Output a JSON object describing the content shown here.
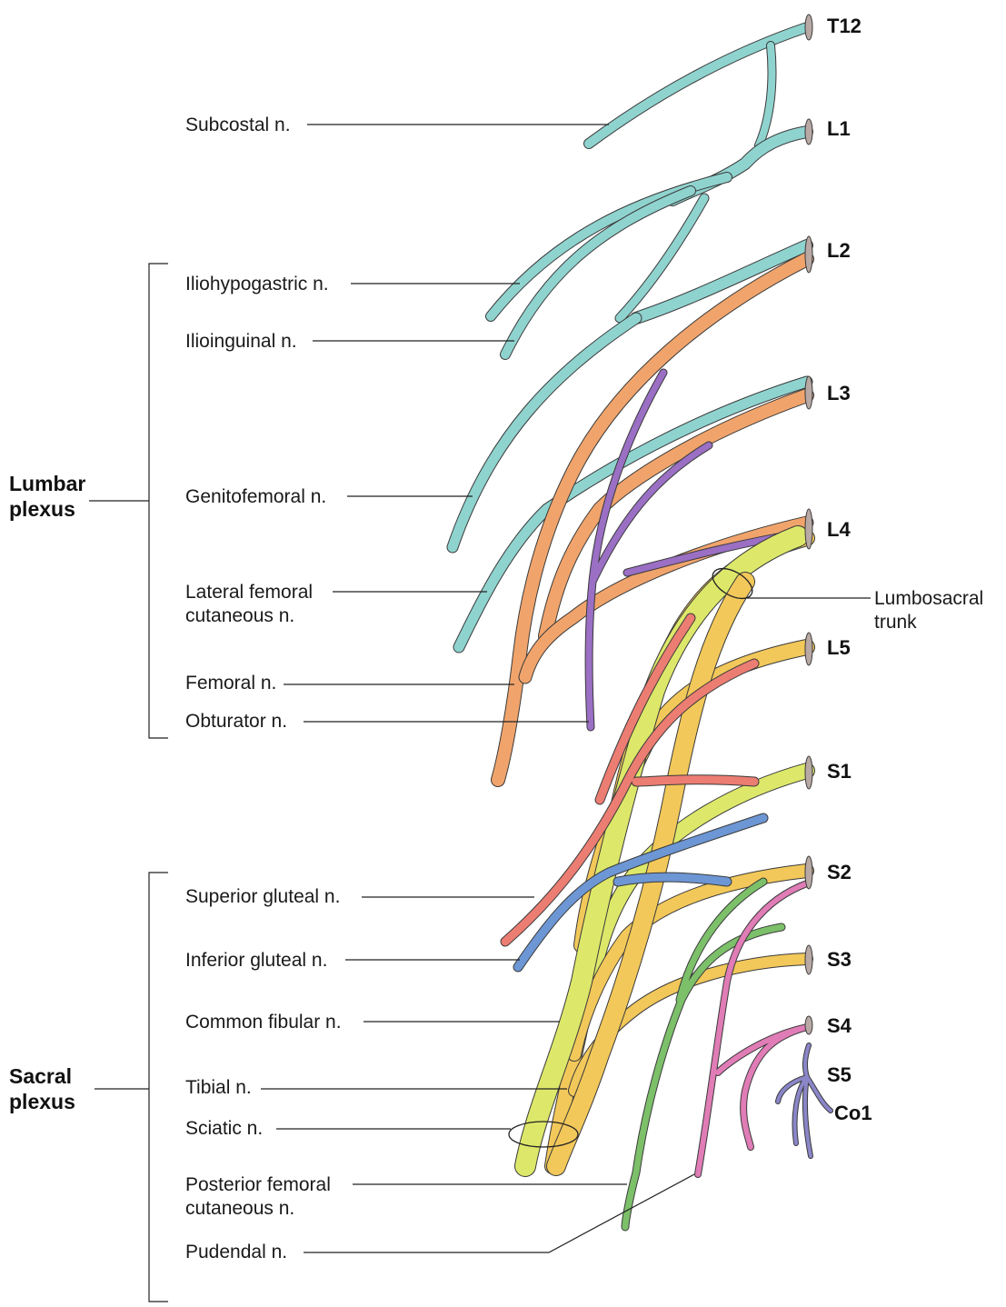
{
  "colors": {
    "T12L1": "#8fd3cf",
    "L2L3": "#f0a46c",
    "obturator": "#9a6fc4",
    "lumbosacral": "#f2c85a",
    "sciatic_fibular": "#dde86a",
    "sup_gluteal": "#ec7d72",
    "inf_gluteal": "#6d96d4",
    "post_fem_cut": "#7cc06a",
    "pudendal": "#e07cb6",
    "coccygeal": "#8a86c8"
  },
  "roots": {
    "t12": "T12",
    "l1": "L1",
    "l2": "L2",
    "l3": "L3",
    "l4": "L4",
    "l5": "L5",
    "s1": "S1",
    "s2": "S2",
    "s3": "S3",
    "s4": "S4",
    "s5": "S5",
    "co1": "Co1"
  },
  "groups": {
    "lumbar": [
      "Lumbar",
      "plexus"
    ],
    "sacral": [
      "Sacral",
      "plexus"
    ]
  },
  "labels": {
    "subcostal": "Subcostal n.",
    "iliohypogastric": "Iliohypogastric n.",
    "ilioinguinal": "Ilioinguinal n.",
    "genitofemoral": "Genitofemoral n.",
    "lat_fem_cut_1": "Lateral femoral",
    "lat_fem_cut_2": "cutaneous n.",
    "femoral": "Femoral n.",
    "obturator": "Obturator n.",
    "sup_gluteal": "Superior gluteal n.",
    "inf_gluteal": "Inferior gluteal n.",
    "common_fibular": "Common fibular n.",
    "tibial": "Tibial n.",
    "sciatic": "Sciatic n.",
    "post_fem_cut_1": "Posterior femoral",
    "post_fem_cut_2": "cutaneous n.",
    "pudendal": "Pudendal n.",
    "lumbosacral_1": "Lumbosacral",
    "lumbosacral_2": "trunk"
  }
}
